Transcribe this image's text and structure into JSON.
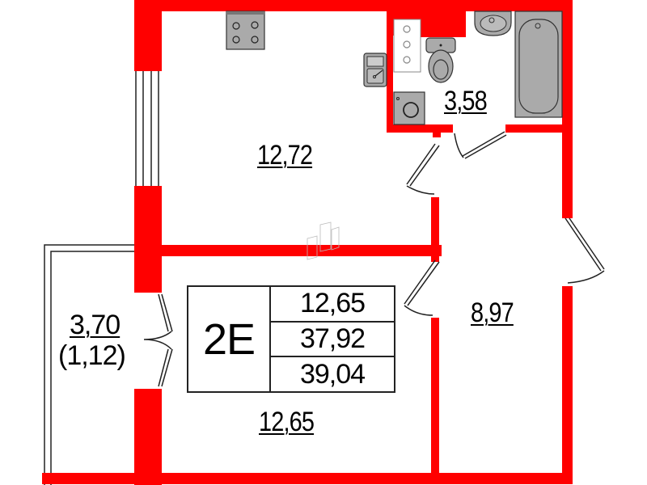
{
  "plan": {
    "wall_color": "#ff0000",
    "fixture_fill": "#aaaaaa",
    "fixture_stroke": "#333333"
  },
  "rooms": {
    "kitchen": {
      "area": "12,72"
    },
    "bathroom": {
      "area": "3,58"
    },
    "hallway": {
      "area": "8,97"
    },
    "living_room": {
      "area": "12,65"
    },
    "balcony": {
      "area": "3,70",
      "reduced_area": "(1,12)"
    }
  },
  "info_table": {
    "apartment_type": "2E",
    "living_area": "12,65",
    "total_area": "37,92",
    "total_area_with_balcony": "39,04"
  },
  "fixtures": [
    "stove-icon",
    "kitchen-sink-icon",
    "washing-machine-icon",
    "toilet-icon",
    "washbasin-icon",
    "bathtub-icon",
    "shelf-icon"
  ]
}
